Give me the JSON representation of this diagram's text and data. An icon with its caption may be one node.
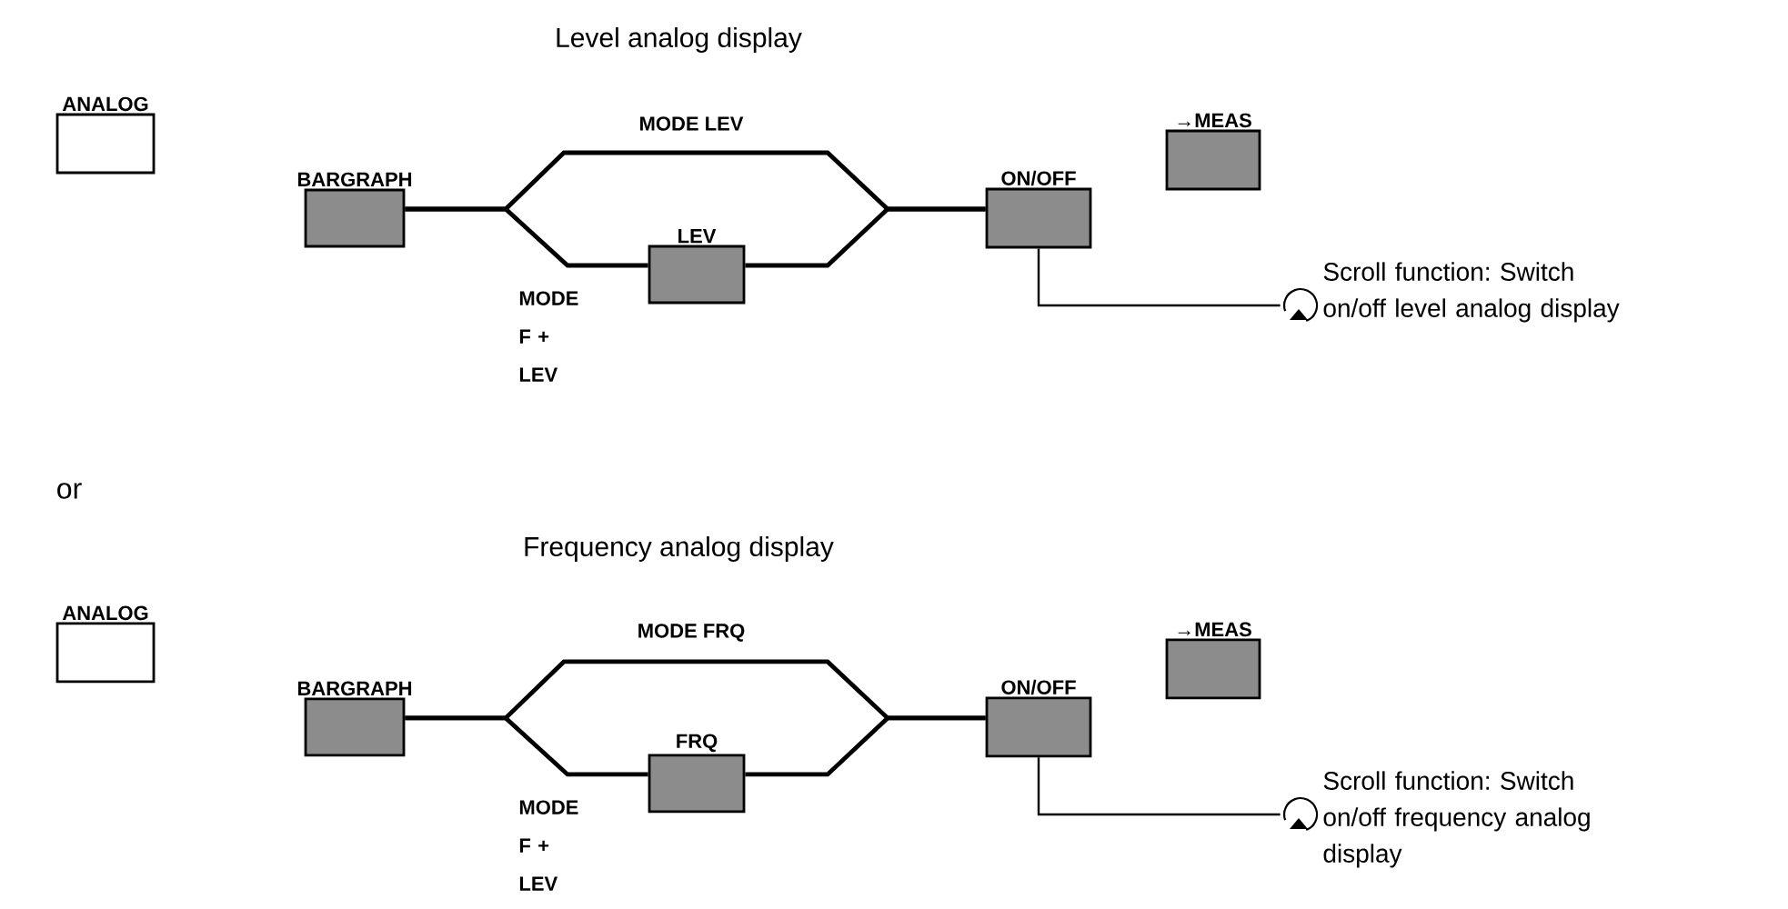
{
  "diagram": {
    "nodes": [
      {
        "text": [
          "ANALOG"
        ]
      },
      {
        "text": [
          "BARGRAPH"
        ]
      },
      {
        "text": [
          "LEV"
        ]
      },
      {
        "text": [
          "ON/OFF"
        ]
      },
      {
        "text": [
          "→MEAS"
        ]
      },
      {
        "text": [],
        "shape": "circle",
        "beside": [
          "Scroll function: Switch on/off level analog display"
        ]
      },
      {
        "text": [
          "ANALOG"
        ]
      },
      {
        "text": [
          "BARGRAPH"
        ]
      },
      {
        "text": [
          "FRQ"
        ]
      },
      {
        "text": [
          "ON/OFF"
        ]
      },
      {
        "text": [
          "→MEAS"
        ]
      },
      {
        "text": [],
        "shape": "circle",
        "beside": [
          "Scroll function: Switch on/off frequency analog display"
        ]
      }
    ],
    "edges": [
      {
        "from": 1,
        "to": 3,
        "arrow": "none",
        "label": "MODE LEV"
      },
      {
        "from": 1,
        "to": 2,
        "arrow": "none",
        "label": "MODE F + LEV"
      },
      {
        "from": 2,
        "to": 3,
        "arrow": "none"
      },
      {
        "from": 3,
        "to": 5,
        "arrow": "none"
      },
      {
        "from": 7,
        "to": 9,
        "arrow": "none",
        "label": "MODE FRQ"
      },
      {
        "from": 7,
        "to": 8,
        "arrow": "none",
        "label": "MODE F + LEV"
      },
      {
        "from": 8,
        "to": 9,
        "arrow": "none"
      },
      {
        "from": 9,
        "to": 11,
        "arrow": "none"
      }
    ],
    "labels": [
      "Level analog display",
      "or",
      "Frequency analog display"
    ]
  }
}
